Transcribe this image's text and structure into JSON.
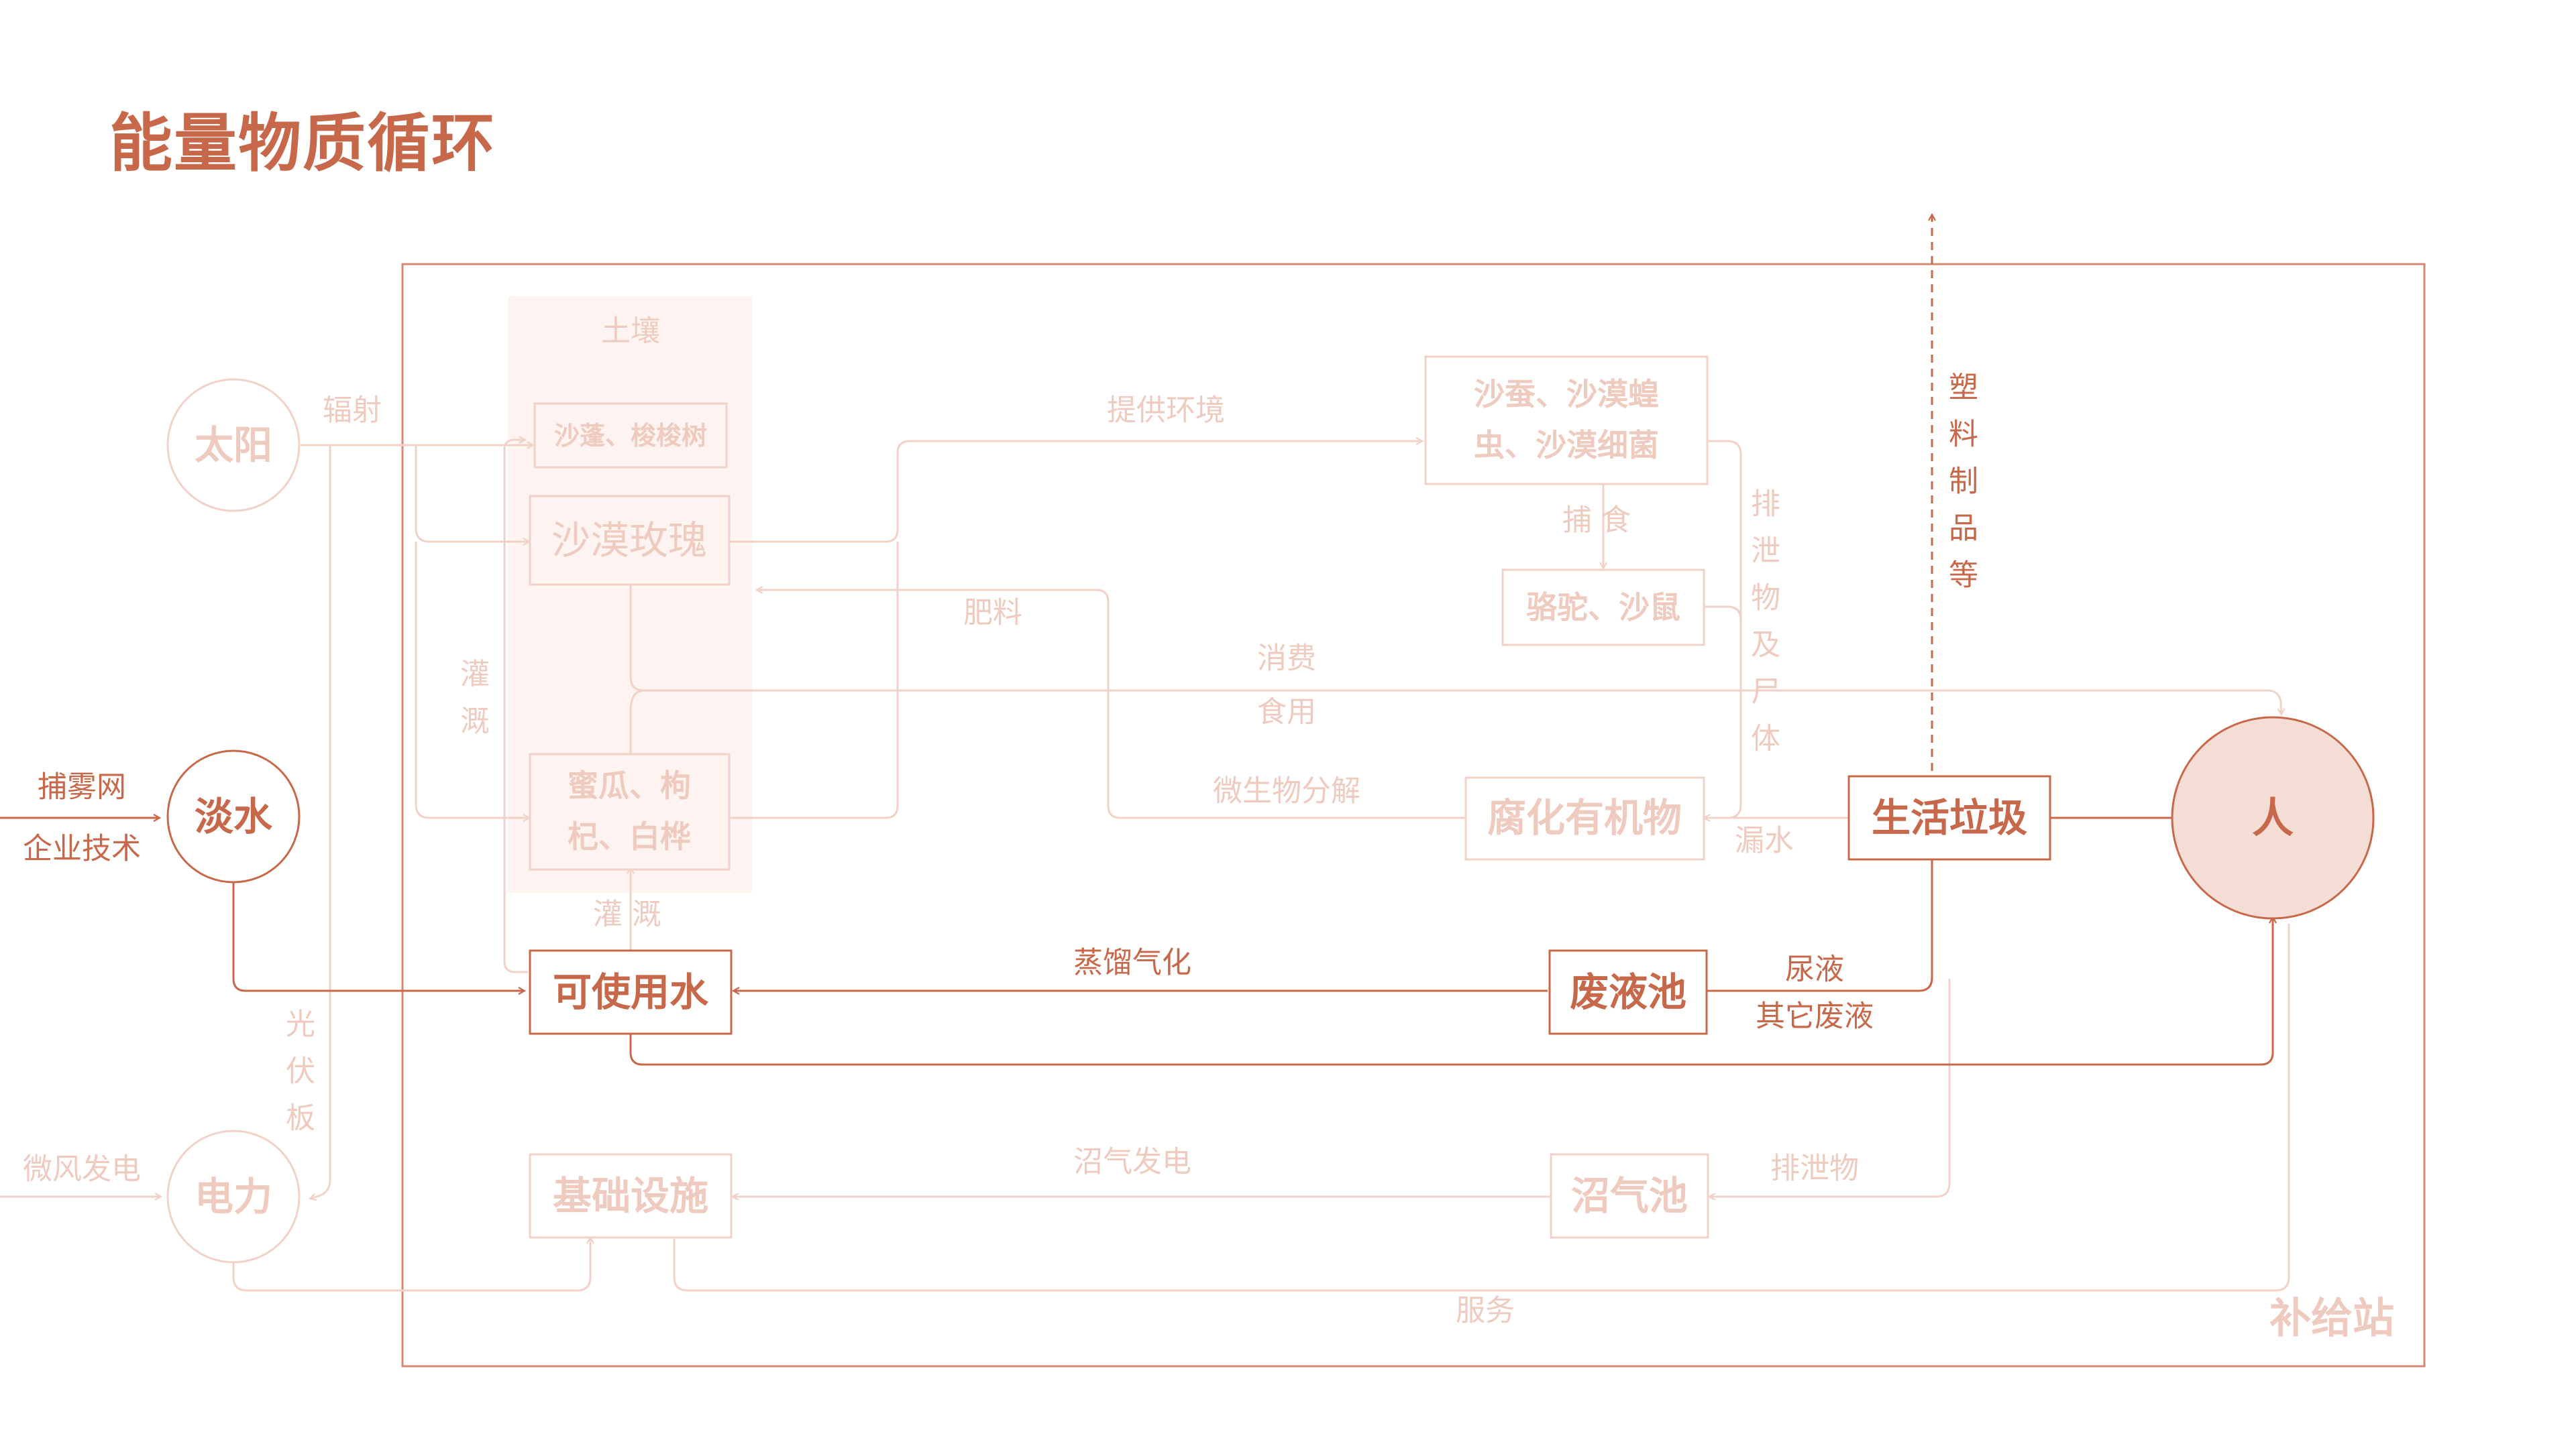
{
  "title": "能量物质循环",
  "colors": {
    "accent": "#c8684a",
    "faded": "#f2d2c8",
    "faded_text": "#efcbbf",
    "person_fill": "#f4ddd5",
    "soil_fill": "#fdf3f0"
  },
  "station_label": "补给站",
  "soil": {
    "label": "土壤",
    "plants": "沙蓬、梭梭树",
    "rose": "沙漠玫瑰",
    "crops_line1": "蜜瓜、枸",
    "crops_line2": "杞、白桦"
  },
  "nodes": {
    "sun": "太阳",
    "freshwater": "淡水",
    "power": "电力",
    "usable_water": "可使用水",
    "waste_pool": "废液池",
    "garbage": "生活垃圾",
    "person": "人",
    "humus": "腐化有机物",
    "biogas_pool": "沼气池",
    "infrastructure": "基础设施",
    "insects_line1": "沙蚕、沙漠蝗",
    "insects_line2": "虫、沙漠细菌",
    "camel": "骆驼、沙鼠"
  },
  "labels": {
    "radiation": "辐射",
    "fog_net": "捕雾网",
    "enterprise_tech": "企业技术",
    "wind_power": "微风发电",
    "solar_panel": [
      "光",
      "伏",
      "板"
    ],
    "irrigation_v": [
      "灌",
      "溉"
    ],
    "irrigation_h": "灌 溉",
    "provide_env": "提供环境",
    "fertilizer": "肥料",
    "consume": "消费",
    "food": "食用",
    "decompose": "微生物分解",
    "predation": "捕  食",
    "excreta_corpse": [
      "排",
      "泄",
      "物",
      "及",
      "尸",
      "体"
    ],
    "seep": "漏水",
    "distill": "蒸馏气化",
    "urine": "尿液",
    "other_waste": "其它废液",
    "biogas_power": "沼气发电",
    "excreta": "排泄物",
    "service": "服务",
    "plastics": [
      "塑",
      "料",
      "制",
      "品",
      "等"
    ]
  }
}
